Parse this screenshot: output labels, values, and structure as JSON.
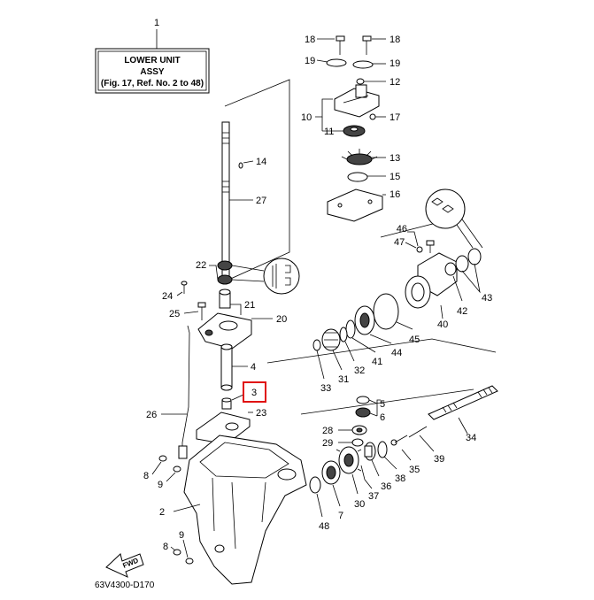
{
  "assy_box": {
    "line1": "LOWER UNIT",
    "line2": "ASSY",
    "line3": "(Fig. 17, Ref. No. 2 to 48)"
  },
  "diagram_code": "63V4300-D170",
  "fwd_label": "FWD",
  "highlight_color": "#e01010",
  "callouts": {
    "c1": "1",
    "c2": "2",
    "c3": "3",
    "c4": "4",
    "c5": "5",
    "c6": "6",
    "c7": "7",
    "c8a": "8",
    "c8b": "8",
    "c9a": "9",
    "c9b": "9",
    "c10": "10",
    "c11": "11",
    "c12": "12",
    "c13": "13",
    "c14": "14",
    "c15": "15",
    "c16": "16",
    "c17": "17",
    "c18a": "18",
    "c18b": "18",
    "c19a": "19",
    "c19b": "19",
    "c20": "20",
    "c21": "21",
    "c22": "22",
    "c23": "23",
    "c24": "24",
    "c25": "25",
    "c26": "26",
    "c27": "27",
    "c28": "28",
    "c29": "29",
    "c30": "30",
    "c31": "31",
    "c32": "32",
    "c33": "33",
    "c34": "34",
    "c35": "35",
    "c36": "36",
    "c37": "37",
    "c38": "38",
    "c39": "39",
    "c40": "40",
    "c41": "41",
    "c42": "42",
    "c43": "43",
    "c44": "44",
    "c45": "45",
    "c46": "46",
    "c47": "47",
    "c48": "48"
  }
}
